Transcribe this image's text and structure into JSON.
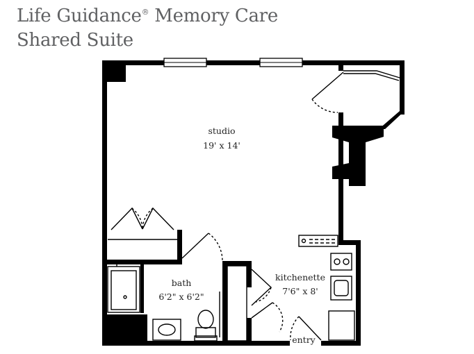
{
  "header": {
    "brand": "Life Guidance",
    "registered": "®",
    "title_rest": " Memory Care",
    "subtitle": "Shared Suite"
  },
  "rooms": {
    "studio": {
      "name": "studio",
      "size": "19' x 14'"
    },
    "bath": {
      "name": "bath",
      "size": "6'2\" x 6'2\""
    },
    "kitchenette": {
      "name": "kitchenette",
      "size": "7'6\" x 8'"
    },
    "entry": {
      "name": "entry"
    }
  }
}
